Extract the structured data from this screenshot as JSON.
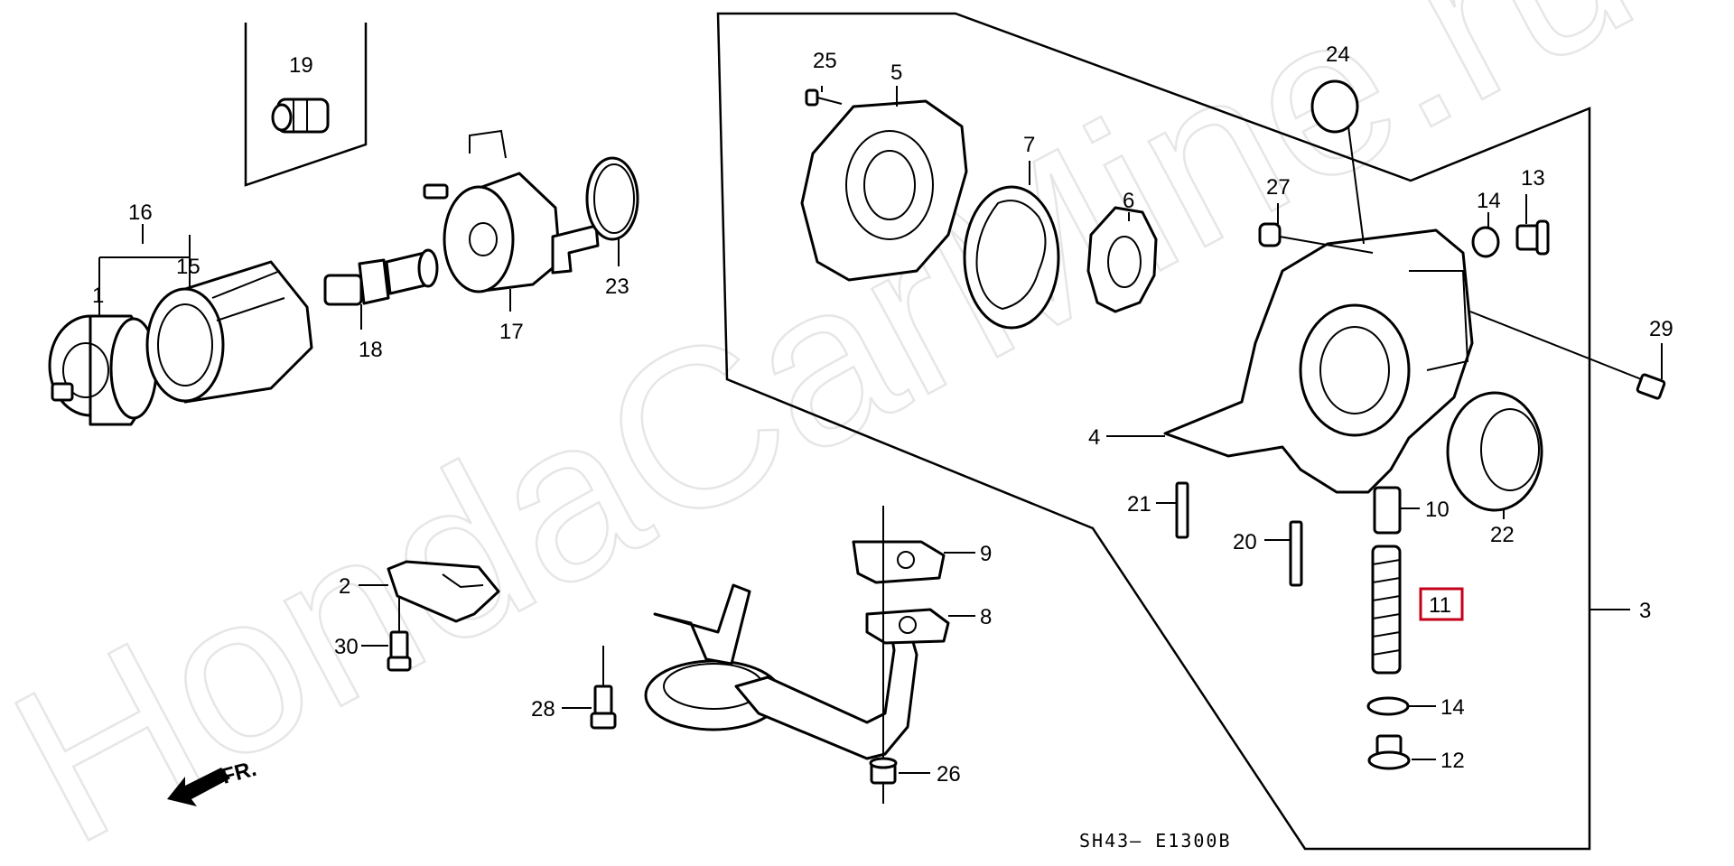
{
  "watermark": "HondaCarMine.ru",
  "diagram_code": "SH43— E1300B",
  "direction_label": "FR.",
  "highlighted_part": "11",
  "highlight_color": "#c4001a",
  "part_labels": {
    "p1": "1",
    "p2": "2",
    "p3": "3",
    "p4": "4",
    "p5": "5",
    "p6": "6",
    "p7": "7",
    "p8": "8",
    "p9": "9",
    "p10": "10",
    "p11": "11",
    "p12": "12",
    "p13": "13",
    "p14a": "14",
    "p14b": "14",
    "p15": "15",
    "p16": "16",
    "p17": "17",
    "p18": "18",
    "p19": "19",
    "p20": "20",
    "p21": "21",
    "p22": "22",
    "p23": "23",
    "p24": "24",
    "p25": "25",
    "p26": "26",
    "p27": "27",
    "p28": "28",
    "p29": "29",
    "p30": "30"
  }
}
